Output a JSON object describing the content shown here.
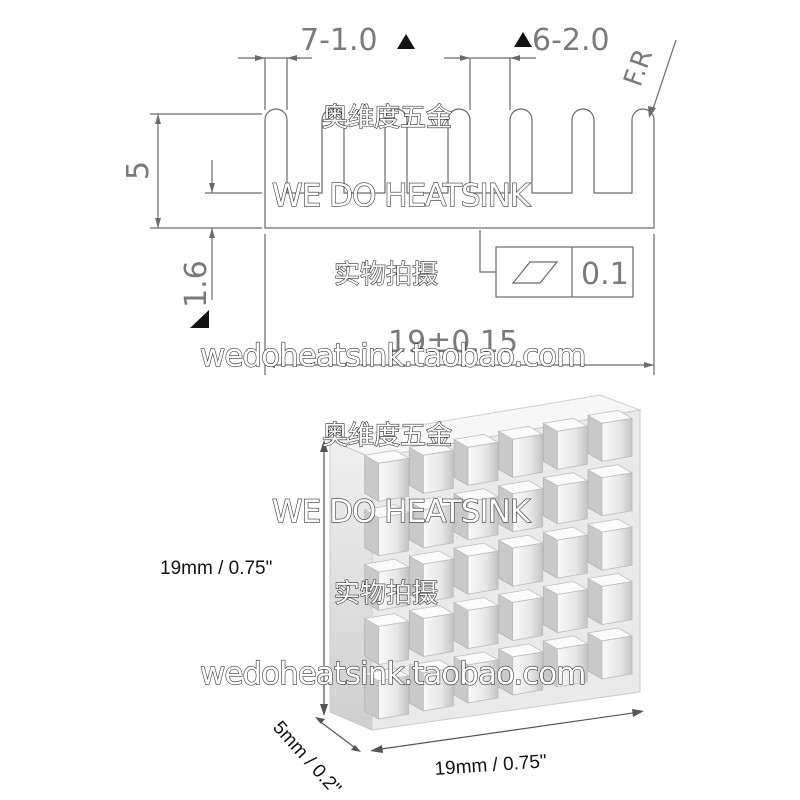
{
  "drawing": {
    "dim_fin_width": "7-1.0",
    "dim_fin_pitch": "6-2.0",
    "dim_fillet": "F.R",
    "dim_height": "5",
    "dim_base": "1.6",
    "dim_overall_width": "19±0.15",
    "flatness_value": "0.1"
  },
  "photo": {
    "dim_height": "19mm / 0.75\"",
    "dim_width": "19mm / 0.75\"",
    "dim_depth": "5mm / 0.2\""
  },
  "watermarks": {
    "shop_name_cn": "奥维度五金",
    "brand": "WE DO HEATSINK",
    "real_photo_cn": "实物拍摄",
    "url": "wedoheatsink.taobao.com"
  },
  "colors": {
    "line": "#6b6b6b",
    "aluminum_light": "#f4f4f4",
    "aluminum_mid": "#dcdcdc",
    "aluminum_dark": "#b9b9b9"
  }
}
